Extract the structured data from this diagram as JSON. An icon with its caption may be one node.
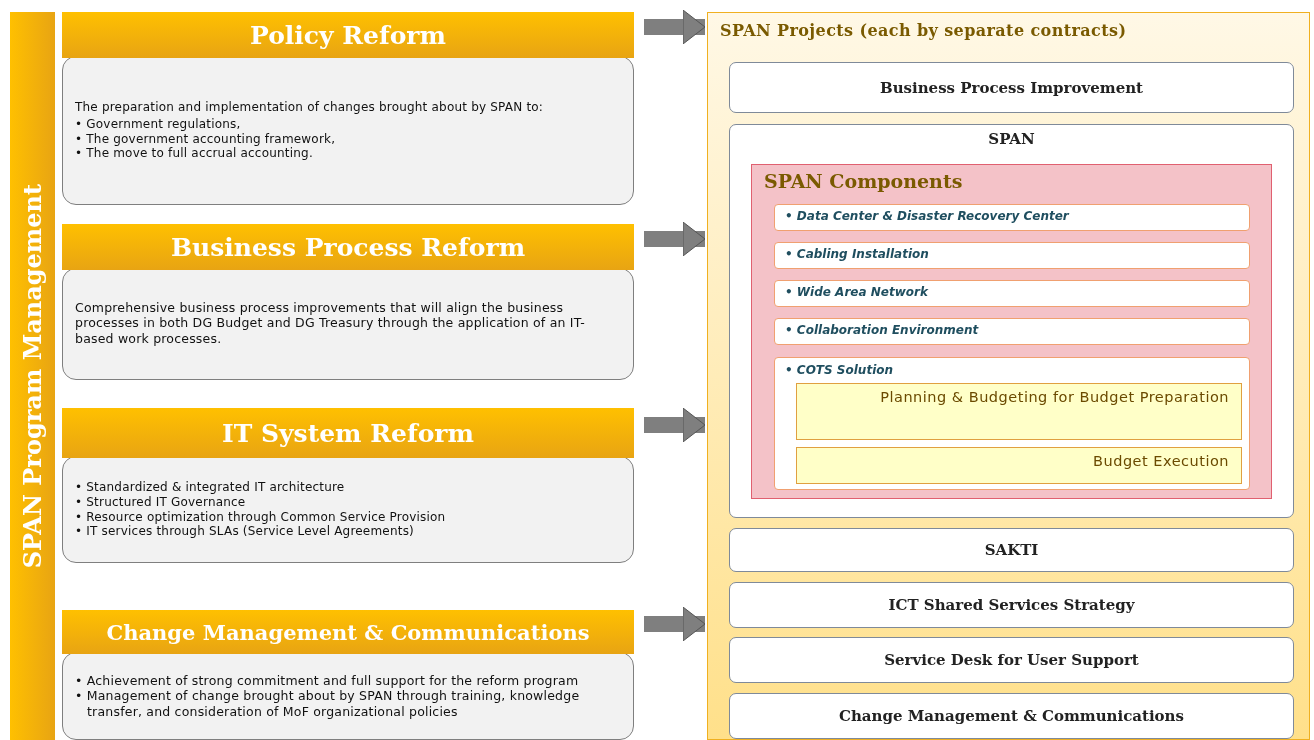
{
  "diagram": {
    "nodes": [
      {
        "text": [
          "SPAN Program Management"
        ]
      },
      {
        "text": [
          "Policy Reform",
          "The preparation and implementation of changes brought about by SPAN to:",
          "• Government regulations,",
          "• The government accounting framework,",
          "• The move to full accrual accounting."
        ]
      },
      {
        "text": [
          "Business Process Reform",
          "Comprehensive business process improvements that will align the business processes in both DG Budget and DG Treasury through the application of an IT-based work processes."
        ]
      },
      {
        "text": [
          "IT System Reform",
          "• Standardized & integrated IT architecture",
          "• Structured IT Governance",
          "• Resource optimization through Common Service Provision",
          "• IT services through SLAs (Service Level Agreements)"
        ]
      },
      {
        "text": [
          "Change Management & Communications",
          "• Achievement of strong commitment and full support for the reform program",
          "• Management of change brought about by SPAN through training, knowledge transfer, and consideration of MoF organizational policies"
        ]
      },
      {
        "text": [
          "SPAN Projects (each by separate contracts)"
        ]
      },
      {
        "text": [
          "Business Process Improvement"
        ],
        "in": 5
      },
      {
        "text": [
          "SPAN"
        ],
        "in": 5
      },
      {
        "text": [
          "SPAN Components"
        ],
        "in": 7
      },
      {
        "text": [
          "• Data Center & Disaster Recovery Center"
        ],
        "in": 8
      },
      {
        "text": [
          "• Cabling Installation"
        ],
        "in": 8
      },
      {
        "text": [
          "• Wide Area Network"
        ],
        "in": 8
      },
      {
        "text": [
          "• Collaboration Environment"
        ],
        "in": 8
      },
      {
        "text": [
          "• COTS Solution"
        ],
        "in": 8
      },
      {
        "text": [
          "Planning & Budgeting for Budget Preparation"
        ],
        "in": 13
      },
      {
        "text": [
          "Budget Execution"
        ],
        "in": 13
      },
      {
        "text": [
          "SAKTI"
        ],
        "in": 5
      },
      {
        "text": [
          "ICT Shared Services Strategy"
        ],
        "in": 5
      },
      {
        "text": [
          "Service Desk for User Support"
        ],
        "in": 5
      },
      {
        "text": [
          "Change Management & Communications"
        ],
        "in": 5
      }
    ],
    "edges": [
      {
        "from": 1,
        "to": 5,
        "arrow": "to"
      },
      {
        "from": 2,
        "to": 5,
        "arrow": "to"
      },
      {
        "from": 3,
        "to": 5,
        "arrow": "to"
      },
      {
        "from": 4,
        "to": 5,
        "arrow": "to"
      }
    ]
  }
}
